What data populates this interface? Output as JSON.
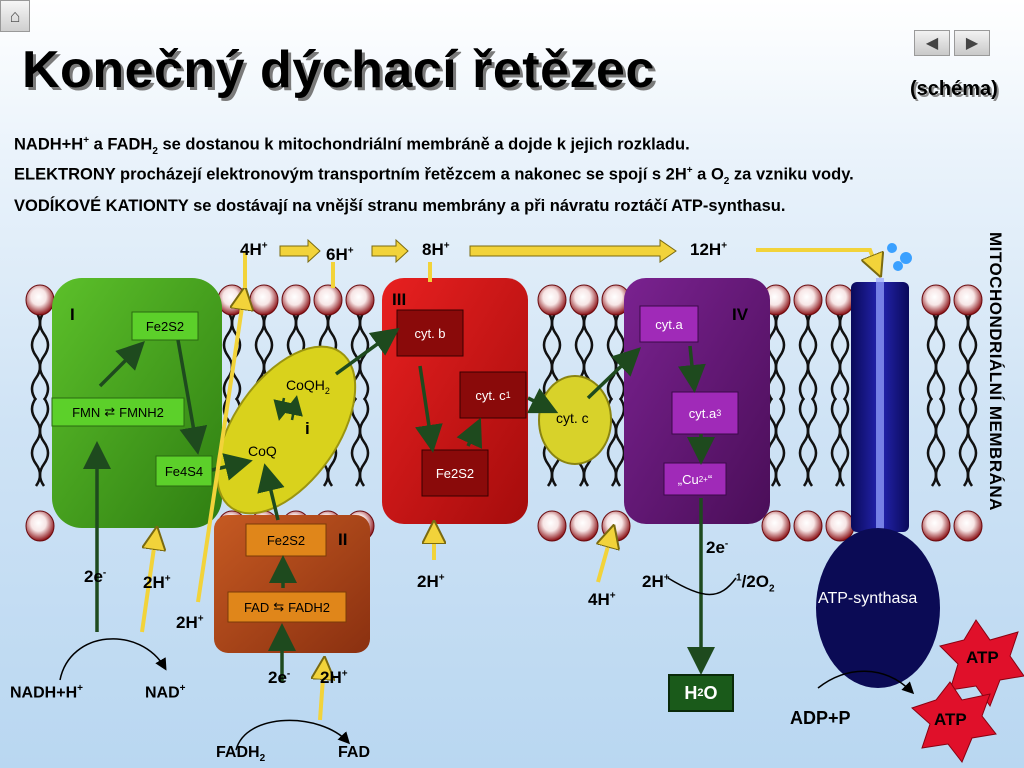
{
  "header": {
    "title": "Konečný dýchací řetězec",
    "subtitle": "(schéma)",
    "nav": {
      "home_icon": "home-icon",
      "prev_icon": "◀",
      "next_icon": "▶"
    }
  },
  "intro": {
    "line1": {
      "a": "NADH+H",
      "sup": "+",
      "b": " a FADH",
      "sub": "2",
      "c": " se dostanou k mitochondriální membráně a dojde k jejich rozkladu."
    },
    "line2": {
      "a": "ELEKTRONY procházejí elektronovým transportním řetězcem a nakonec se spojí s 2H",
      "sup": "+",
      "b": " a O",
      "sub": "2",
      "c": " za vzniku vody."
    },
    "line3": "VODÍKOVÉ KATIONTY se dostávají na vnější stranu membrány a při návratu roztáčí ATP-synthasu."
  },
  "membrane_label": "MITOCHONDRIÁLNÍ MEMBRÁNA",
  "complexes": {
    "I": {
      "label": "I",
      "fe2s2": "Fe2S2",
      "fmn": "FMN",
      "fmnh2": "FMNH2",
      "fe4s4": "Fe4S4"
    },
    "II": {
      "label": "II",
      "fe2s2": "Fe2S2",
      "fad": "FAD",
      "fadh2": "FADH2"
    },
    "III": {
      "label": "III",
      "cytb": "cyt. b",
      "cytc1": "cyt. c",
      "cytc1_sub": "1",
      "fe2s2": "Fe2S2"
    },
    "IV": {
      "label": "IV",
      "cyta": "cyt.a",
      "cyta3": "cyt.a",
      "cyta3_sub": "3",
      "cu": "„Cu",
      "cu_sup": "2+",
      "cu_end": "“"
    }
  },
  "coq": {
    "coqh2": "CoQH",
    "coqh2_sub": "2",
    "coq": "CoQ",
    "i": "i"
  },
  "cytc": "cyt. c",
  "atp_synthase": "ATP-synthasa",
  "top_labels": {
    "h4": "4H",
    "h6": "6H",
    "h8": "8H",
    "h12": "12H",
    "sup": "+"
  },
  "bottom_labels": {
    "e2_left": "2e",
    "e_sup": "-",
    "h2_left": "2H",
    "h2_lower": "2H",
    "nadh": "NADH+H",
    "nad": "NAD",
    "plus": "+",
    "e2_fad": "2e",
    "h2_fad": "2H",
    "fadh2": "FADH",
    "fadh2_sub": "2",
    "fad": "FAD",
    "h2_mid": "2H",
    "h4_right": "4H",
    "h2_right": "2H",
    "e2_right": "2e",
    "half_o2_num": "1",
    "half_o2_den": "2",
    "o2": "O",
    "o2_sub": "2",
    "water": "H",
    "water_sub": "2",
    "water_end": "O",
    "adp": "ADP+P",
    "atp1": "ATP",
    "atp2": "ATP"
  },
  "colors": {
    "complex_I": "#3f9a1a",
    "complex_II": "#a8421a",
    "complex_III": "#cc1515",
    "complex_IV": "#6a1a7a",
    "coq": "#d9d21c",
    "atp_synthase": "#12126a",
    "arrow_yellow": "#f2d33a",
    "arrow_green": "#1e4a1e",
    "atp_star": "#e0102a"
  }
}
